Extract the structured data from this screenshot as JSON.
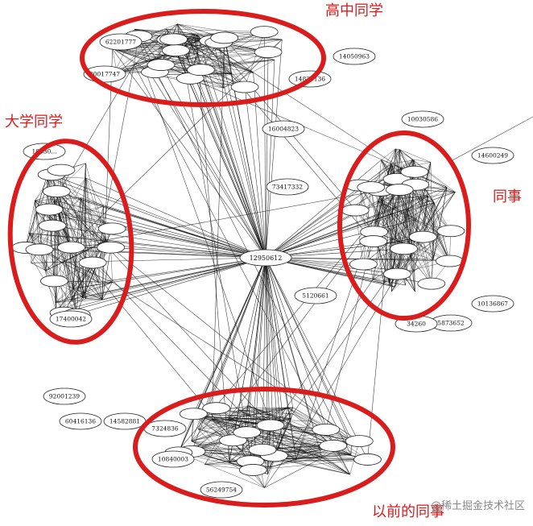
{
  "center_node": "12950612",
  "groups": [
    {
      "key": "high_school",
      "label": "高中同学"
    },
    {
      "key": "university",
      "label": "大学同学"
    },
    {
      "key": "colleagues",
      "label": "同事"
    },
    {
      "key": "former_colleagues",
      "label": "以前的同事"
    }
  ],
  "nodes": {
    "high_school": [
      "62201777",
      "14830136",
      "20017747",
      "14050963",
      "16004823"
    ],
    "university": [
      "17400042",
      "10830..."
    ],
    "colleagues": [
      "10030586",
      "14600249",
      "10136867",
      "5873652",
      "34260"
    ],
    "former_colleagues": [
      "56249754",
      "10840003",
      "7324836",
      "14582881",
      "60416136",
      "92001239"
    ],
    "scattered": [
      "5120661",
      "73417332"
    ]
  },
  "watermark": "@稀土掘金技术社区"
}
